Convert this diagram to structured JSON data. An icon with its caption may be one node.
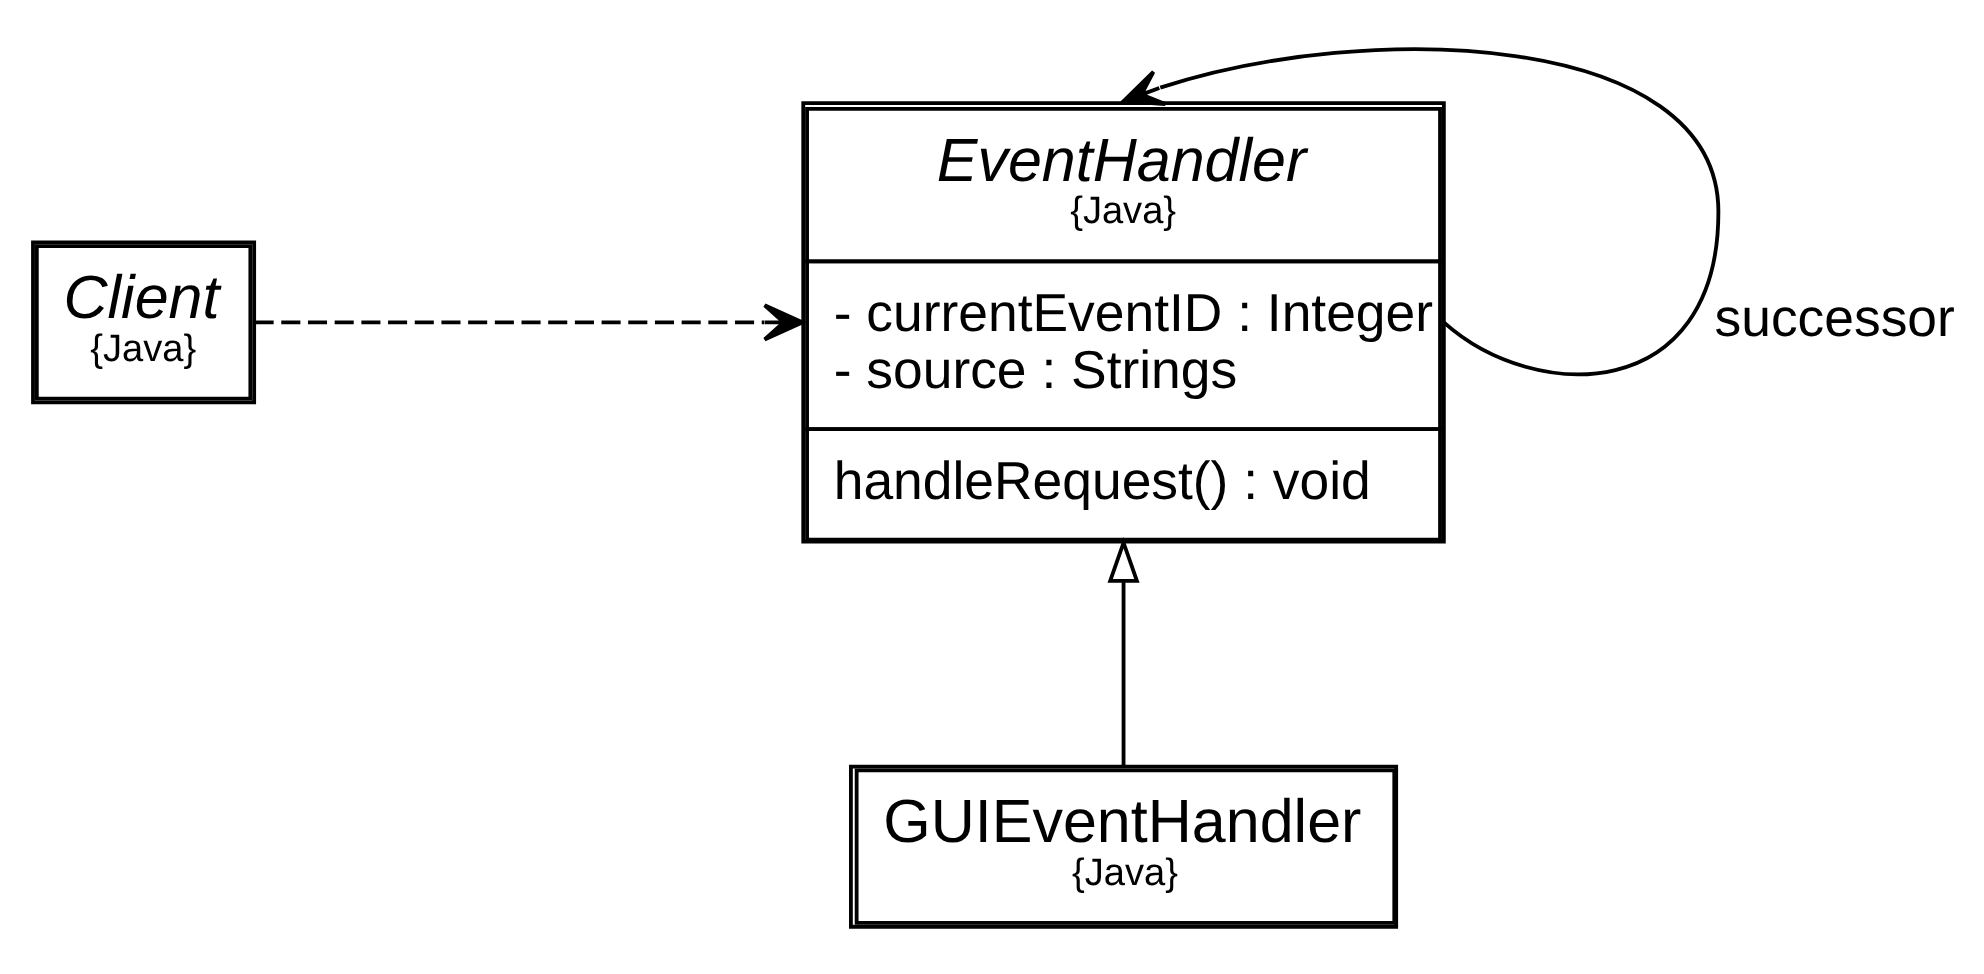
{
  "diagram": {
    "nodes": [
      {
        "text": [
          "Client",
          "{Java}"
        ]
      },
      {
        "text": [
          "EventHandler",
          "{Java}",
          "- currentEventID : Integer",
          "- source : Strings",
          "handleRequest() : void"
        ]
      },
      {
        "text": [
          "GUIEventHandler",
          "{Java}"
        ]
      }
    ],
    "edges": [
      {
        "from": 0,
        "to": 1,
        "arrow": "to",
        "style": "dashed"
      },
      {
        "from": 1,
        "to": 1,
        "arrow": "to",
        "label": "successor"
      },
      {
        "from": 2,
        "to": 1,
        "arrow": "to"
      }
    ]
  }
}
